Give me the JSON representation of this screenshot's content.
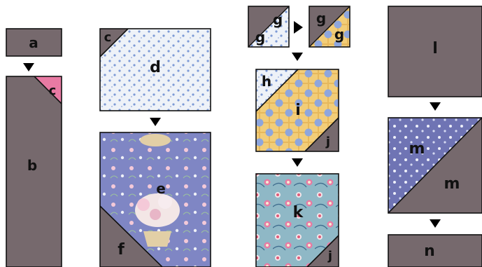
{
  "colors": {
    "gray": "#76696d",
    "pink": "#e87aa3",
    "blue_floral_bg": "#e8eef6",
    "periwinkle": "#7f86c4",
    "yellow_check": "#f2cd78",
    "dot_blue": "#8ea6dd",
    "arrow": "#000000"
  },
  "labels": {
    "a": "a",
    "b": "b",
    "c1": "c",
    "c2": "c",
    "d": "d",
    "e": "e",
    "f": "f",
    "g1": "g",
    "g2": "g",
    "g3": "g",
    "g4": "g",
    "h": "h",
    "i": "i",
    "j1": "j",
    "j2": "j",
    "k": "k",
    "l": "l",
    "m1": "m",
    "m2": "m",
    "n": "n"
  },
  "arrows": [
    "down",
    "down",
    "right",
    "down",
    "down",
    "down",
    "down"
  ]
}
